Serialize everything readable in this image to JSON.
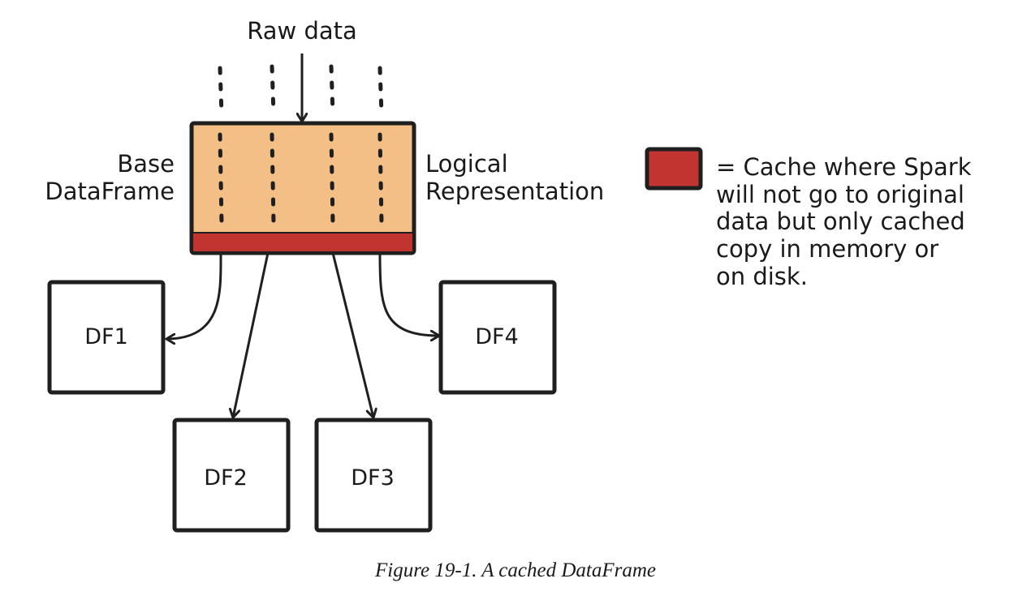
{
  "labels": {
    "raw_data": "Raw data",
    "base_line1": "Base",
    "base_line2": "DataFrame",
    "logical_line1": "Logical",
    "logical_line2": "Representation"
  },
  "nodes": {
    "df1": "DF1",
    "df2": "DF2",
    "df3": "DF3",
    "df4": "DF4"
  },
  "legend": {
    "lines": [
      "= Cache where Spark",
      "will not go to original",
      "data but only cached",
      "copy in memory or",
      "on disk."
    ]
  },
  "caption": "Figure 19-1. A cached DataFrame",
  "colors": {
    "base_fill": "#f3bf86",
    "cache_fill": "#c23430",
    "stroke": "#1f1f1f",
    "box_fill": "#ffffff"
  }
}
